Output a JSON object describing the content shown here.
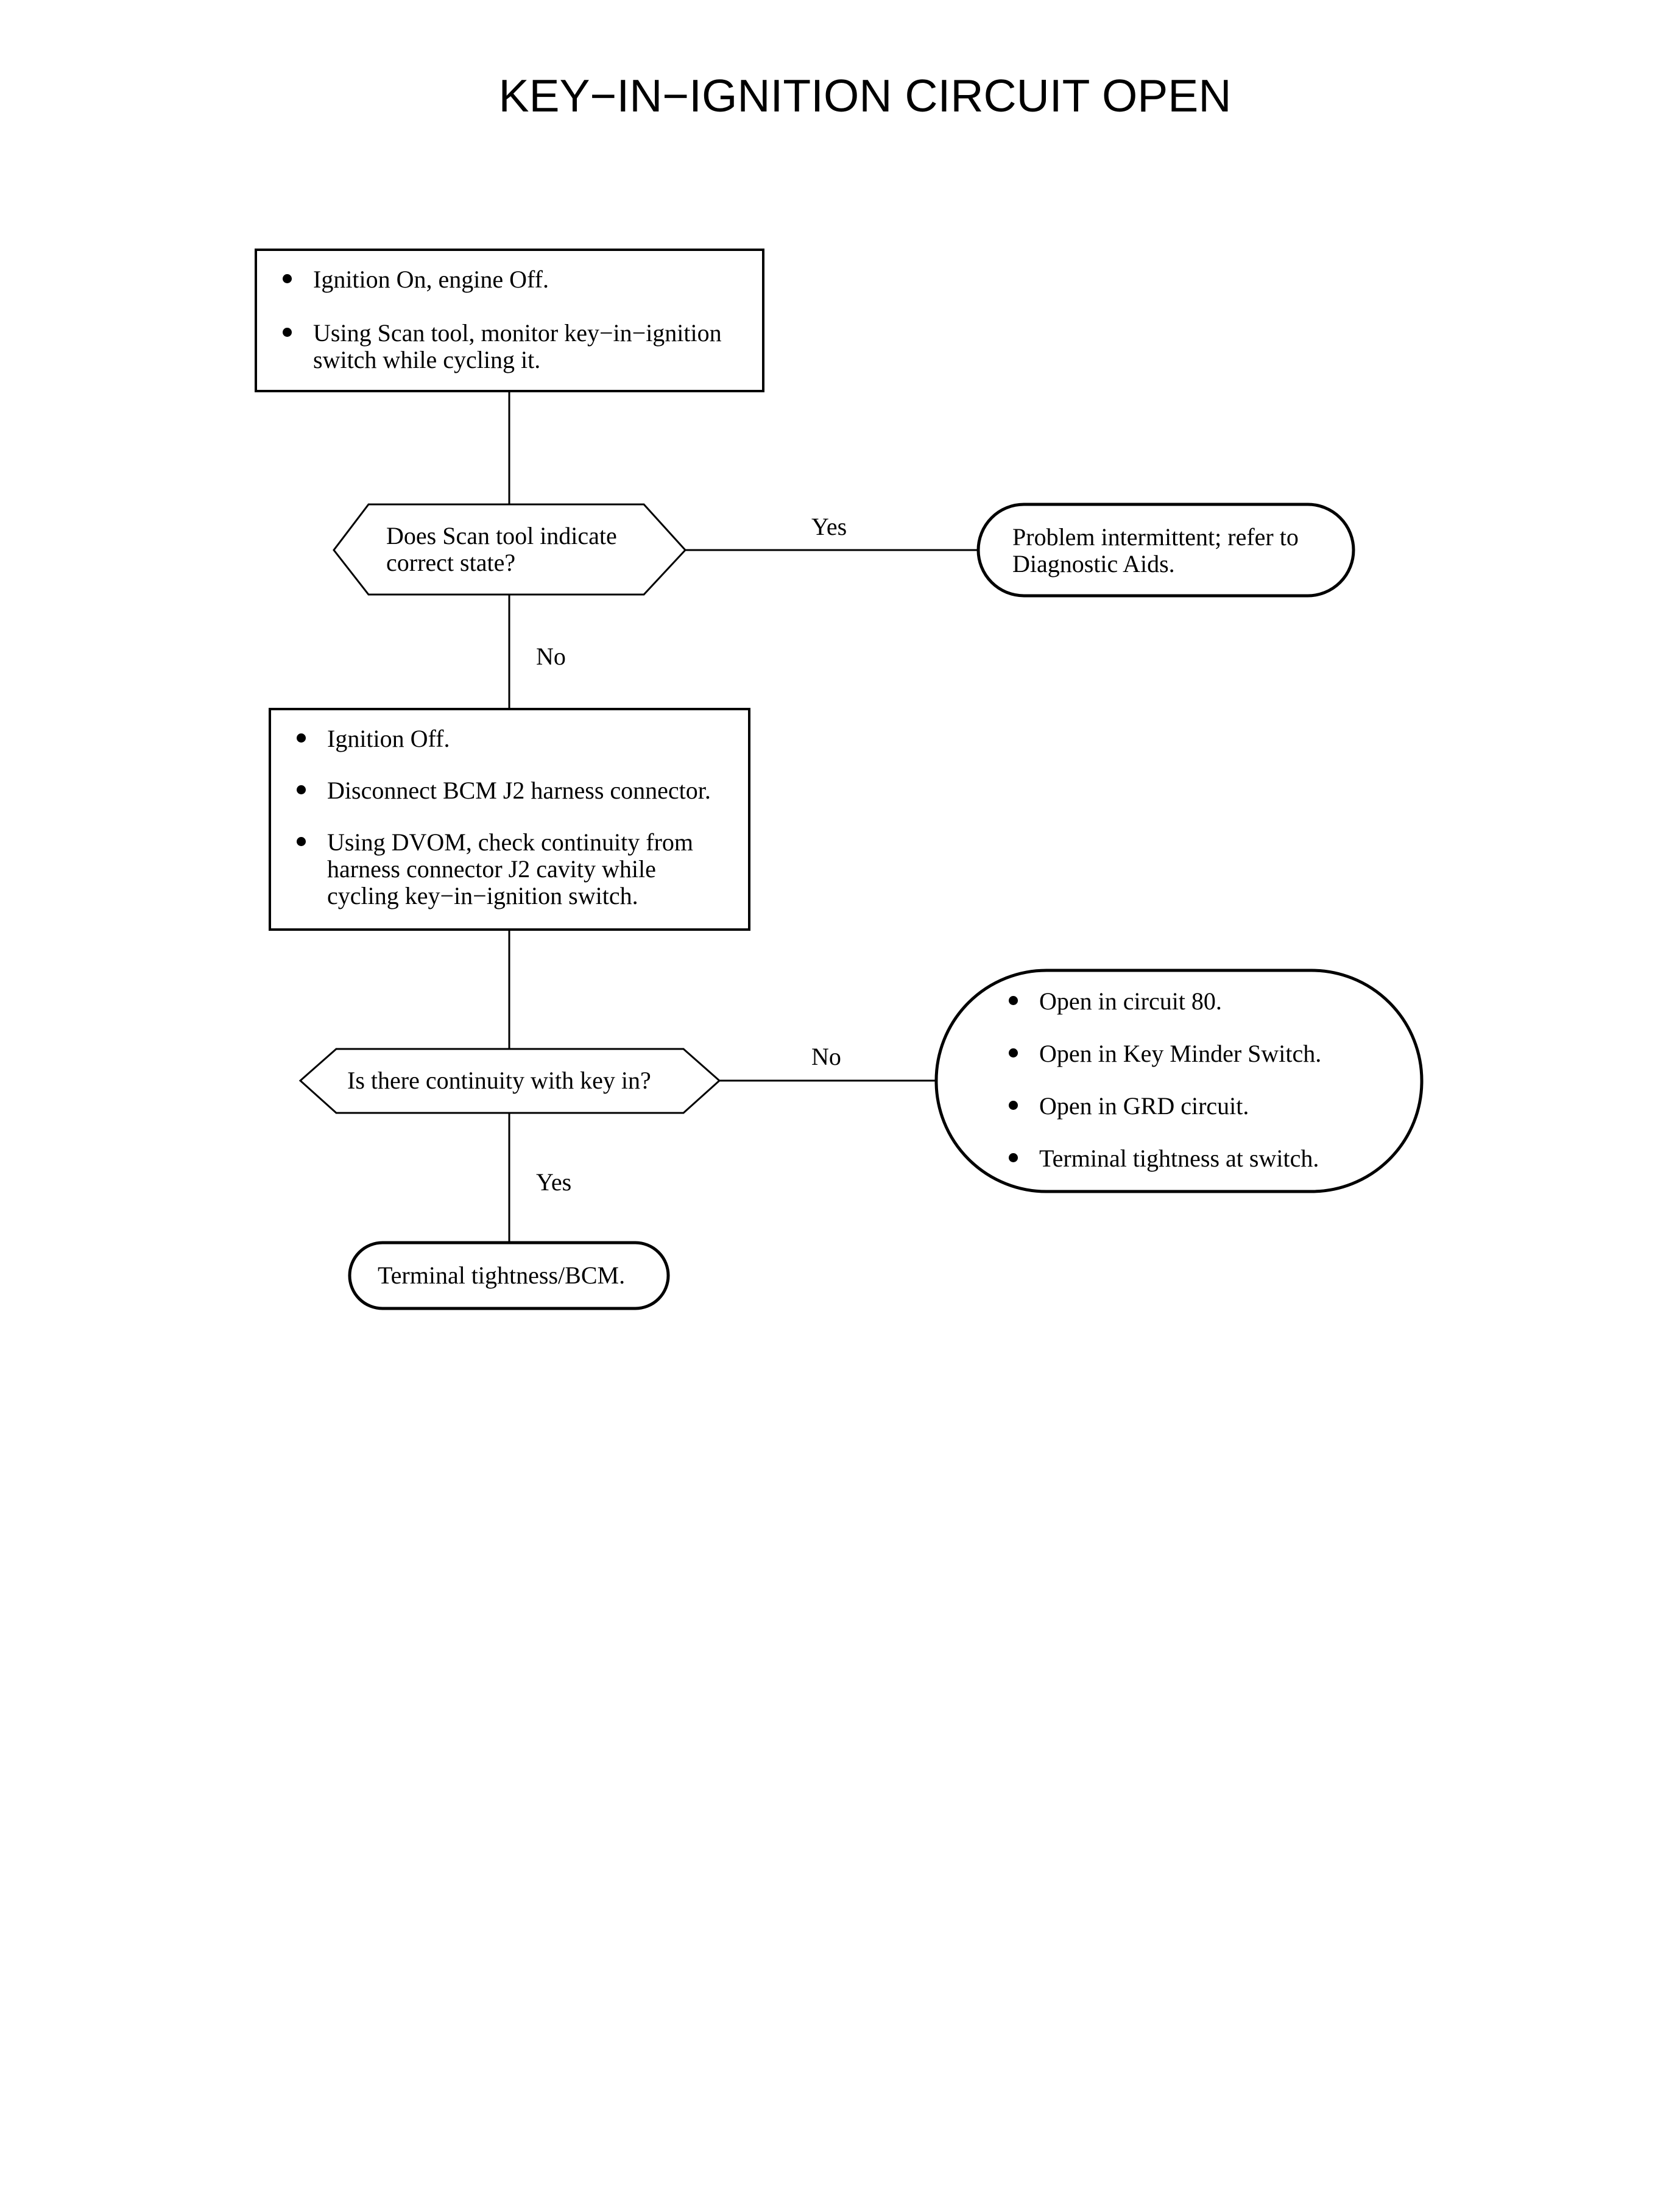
{
  "title": "KEY−IN−IGNITION CIRCUIT OPEN",
  "step1": {
    "items": [
      "Ignition On, engine Off.",
      "Using Scan tool, monitor key−in−ignition switch while cycling it."
    ]
  },
  "decision1": {
    "lines": [
      "Does Scan tool indicate",
      "correct state?"
    ],
    "yes_label": "Yes",
    "no_label": "No"
  },
  "result1": {
    "lines": [
      "Problem intermittent; refer to",
      "Diagnostic Aids."
    ]
  },
  "step2": {
    "items": [
      "Ignition Off.",
      "Disconnect BCM J2 harness connector.",
      "Using DVOM, check continuity from harness connector J2 cavity while cycling key−in−ignition switch."
    ]
  },
  "decision2": {
    "text": "Is there continuity with key in?",
    "no_label": "No",
    "yes_label": "Yes"
  },
  "result2": {
    "items": [
      "Open in circuit 80.",
      "Open in Key Minder Switch.",
      "Open in GRD circuit.",
      "Terminal tightness at switch."
    ]
  },
  "result3": {
    "text": "Terminal tightness/BCM."
  }
}
